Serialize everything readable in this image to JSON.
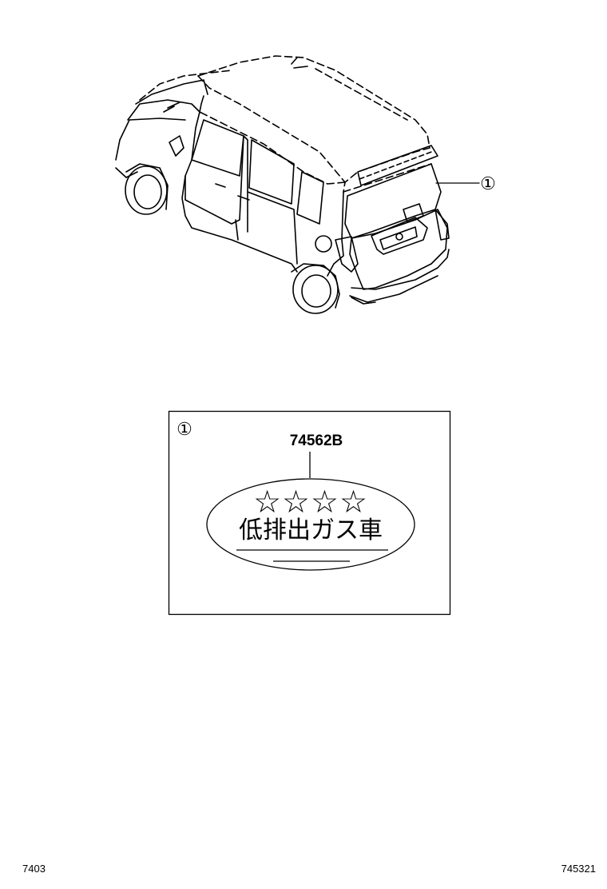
{
  "vehicle_callout": {
    "number": "①"
  },
  "detail_box": {
    "callout": "①",
    "part_number": "74562B",
    "label": {
      "stars": "☆☆☆☆",
      "text": "低排出ガス車"
    }
  },
  "footer": {
    "left_code": "7403",
    "right_code": "745321"
  }
}
